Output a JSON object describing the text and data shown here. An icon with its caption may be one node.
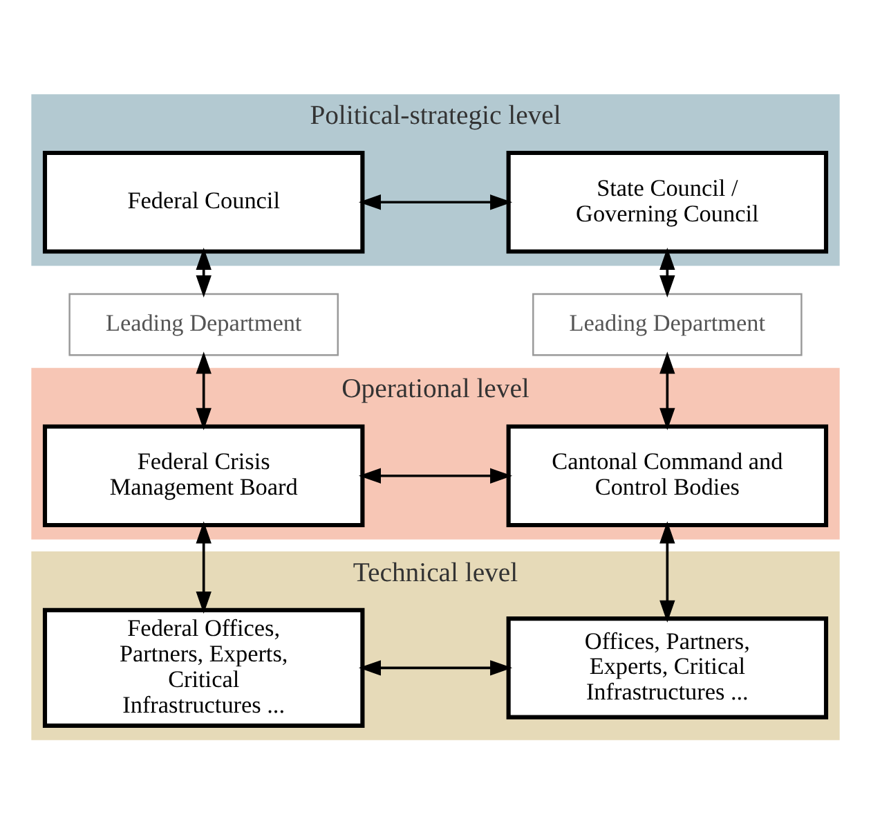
{
  "diagram": {
    "nodes": [
      {
        "text": [
          "Political-strategic level"
        ]
      },
      {
        "text": [
          "Federal Council"
        ],
        "in": 0
      },
      {
        "text": [
          "State Council / Governing Council"
        ],
        "in": 0
      },
      {
        "text": [
          "Leading Department"
        ]
      },
      {
        "text": [
          "Leading Department"
        ]
      },
      {
        "text": [
          "Operational level"
        ]
      },
      {
        "text": [
          "Federal Crisis Management Board"
        ],
        "in": 5
      },
      {
        "text": [
          "Cantonal Command and Control Bodies"
        ],
        "in": 5
      },
      {
        "text": [
          "Technical level"
        ]
      },
      {
        "text": [
          "Federal Offices, Partners, Experts, Critical Infrastructures ..."
        ],
        "in": 8
      },
      {
        "text": [
          "Offices, Partners, Experts, Critical Infrastructures ..."
        ],
        "in": 8
      }
    ],
    "edges": [
      {
        "from": 1,
        "to": 2,
        "arrow": "both"
      },
      {
        "from": 1,
        "to": 3,
        "arrow": "both"
      },
      {
        "from": 2,
        "to": 4,
        "arrow": "both"
      },
      {
        "from": 3,
        "to": 6,
        "arrow": "both"
      },
      {
        "from": 4,
        "to": 7,
        "arrow": "both"
      },
      {
        "from": 6,
        "to": 7,
        "arrow": "both"
      },
      {
        "from": 6,
        "to": 9,
        "arrow": "both"
      },
      {
        "from": 7,
        "to": 10,
        "arrow": "both"
      },
      {
        "from": 9,
        "to": 10,
        "arrow": "both"
      }
    ]
  }
}
